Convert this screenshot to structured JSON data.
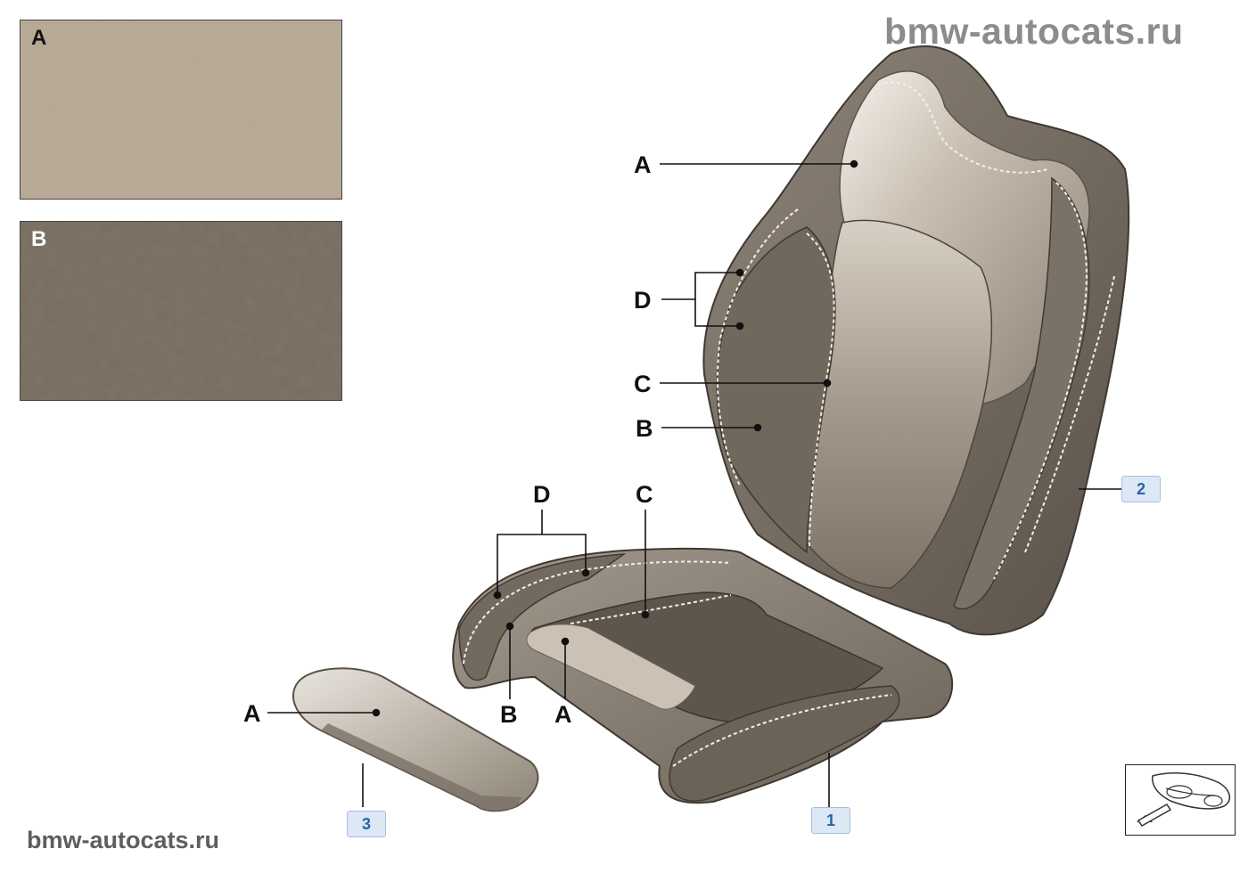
{
  "watermark": {
    "top": "bmw-autocats.ru",
    "bottom": "bmw-autocats.ru"
  },
  "swatches": [
    {
      "label": "A",
      "color": "#b7aa96"
    },
    {
      "label": "B",
      "color": "#786d60"
    }
  ],
  "backrest_callouts": {
    "a": "A",
    "d": "D",
    "c": "C",
    "b": "B"
  },
  "cushion_callouts": {
    "d": "D",
    "c": "C",
    "b": "B",
    "a": "A"
  },
  "armrest_callouts": {
    "a": "A"
  },
  "parts": [
    {
      "number": "1"
    },
    {
      "number": "2"
    },
    {
      "number": "3"
    }
  ],
  "colors": {
    "leather_light": "#c9bfb0",
    "leather_dark": "#6e655b",
    "badge_fill": "#dde8f5",
    "badge_text": "#2a62a8"
  },
  "icons": {
    "nav": "car-front-arrow-icon"
  }
}
